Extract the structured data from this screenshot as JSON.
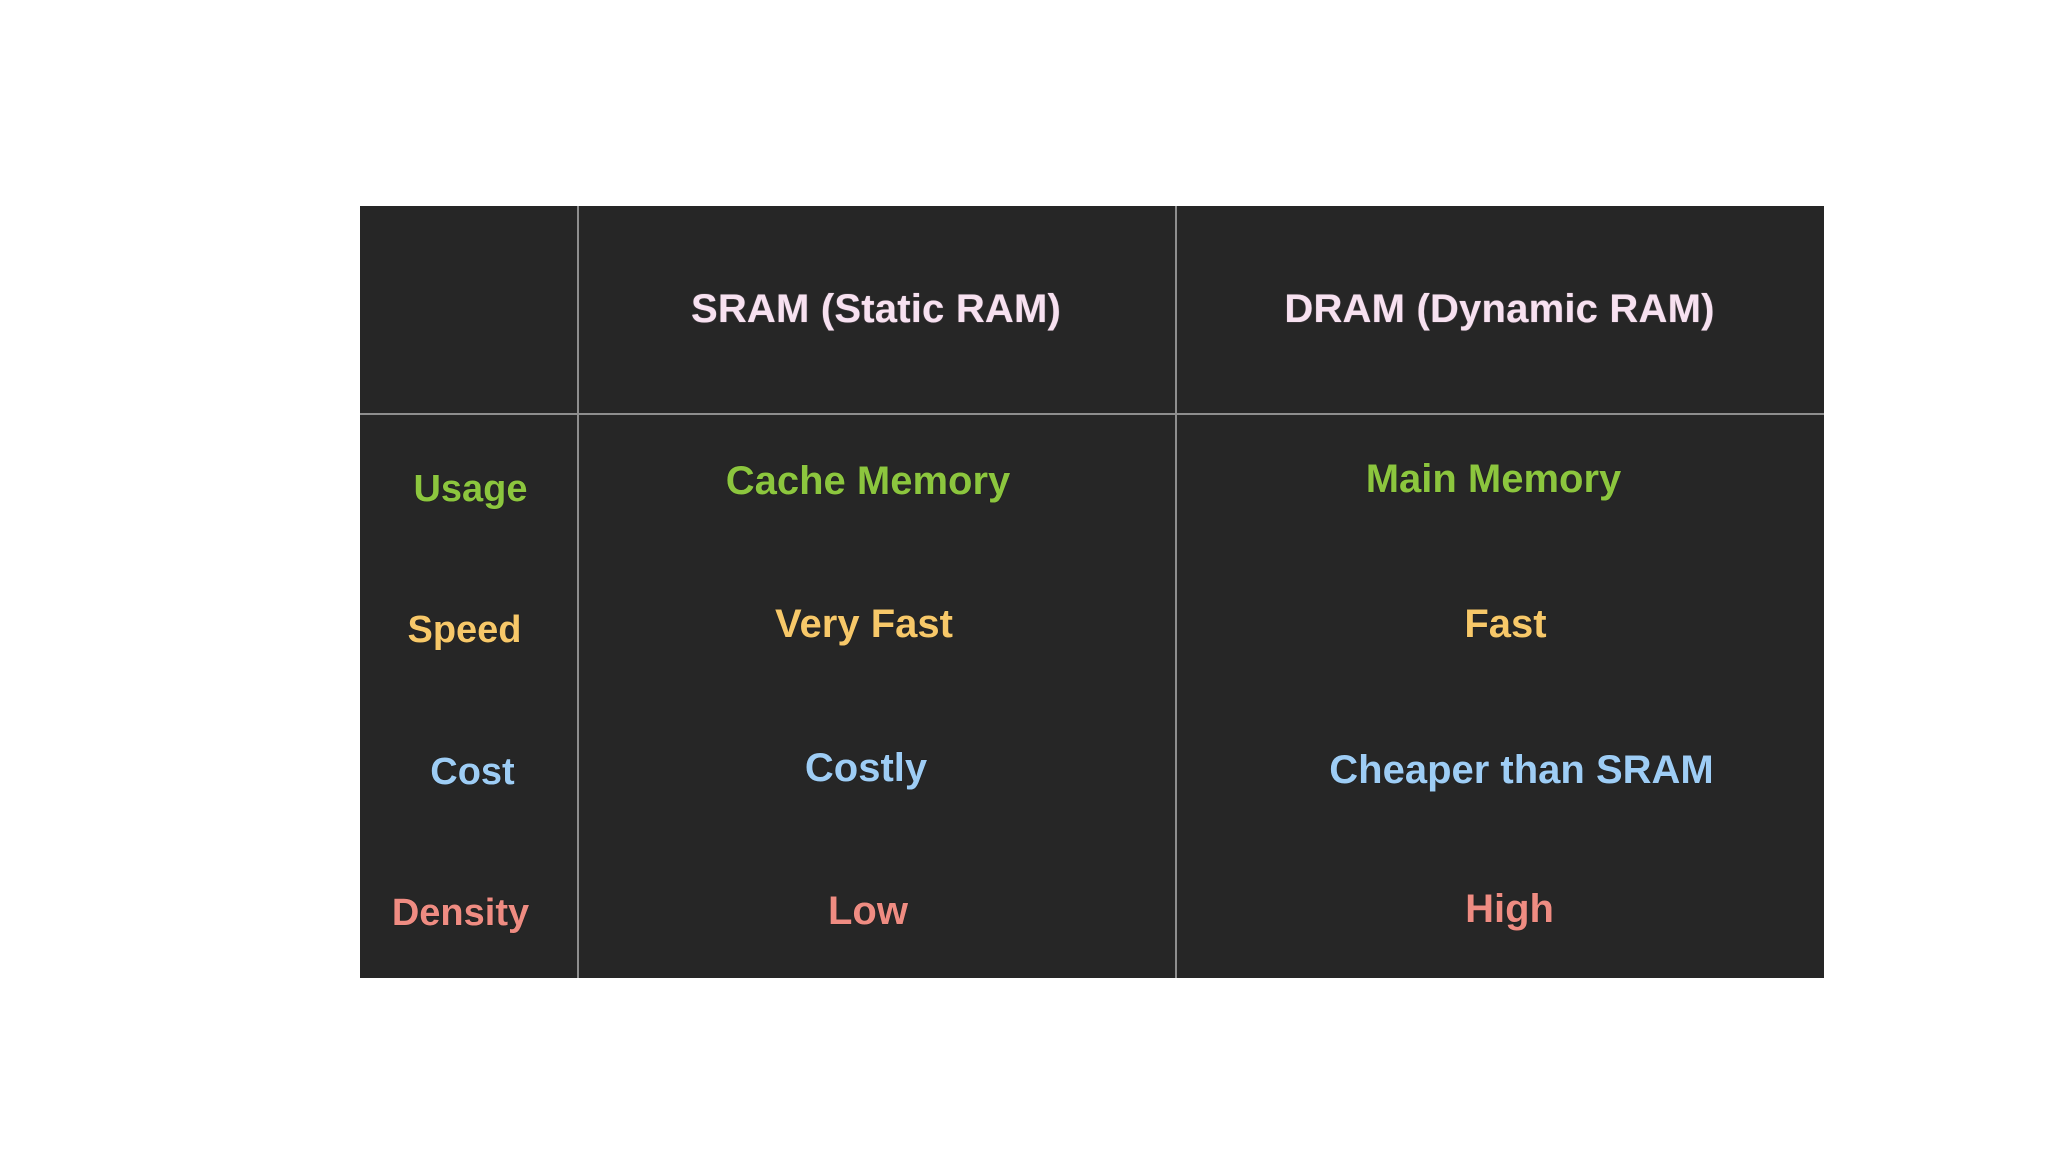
{
  "palette": {
    "page_background": "#ffffff",
    "table_background": "#262626",
    "grid_line": "#8e8e8e",
    "header_text": "#f7e1f0",
    "usage_green": "#8cc63e",
    "speed_yellow": "#f7c869",
    "cost_blue": "#9ecdf5",
    "density_red": "#ef8c82"
  },
  "table": {
    "corner_label": "",
    "columns": [
      {
        "key": "attribute",
        "header": ""
      },
      {
        "key": "sram",
        "header": "SRAM (Static RAM)"
      },
      {
        "key": "dram",
        "header": "DRAM (Dynamic RAM)"
      }
    ],
    "rows": [
      {
        "label": "Usage",
        "color_key": "usage_green",
        "sram": "Cache Memory",
        "dram": "Main Memory"
      },
      {
        "label": "Speed",
        "color_key": "speed_yellow",
        "sram": "Very Fast",
        "dram": "Fast"
      },
      {
        "label": "Cost",
        "color_key": "cost_blue",
        "sram": "Costly",
        "dram": "Cheaper than SRAM"
      },
      {
        "label": "Density",
        "color_key": "density_red",
        "sram": "Low",
        "dram": "High"
      }
    ]
  }
}
